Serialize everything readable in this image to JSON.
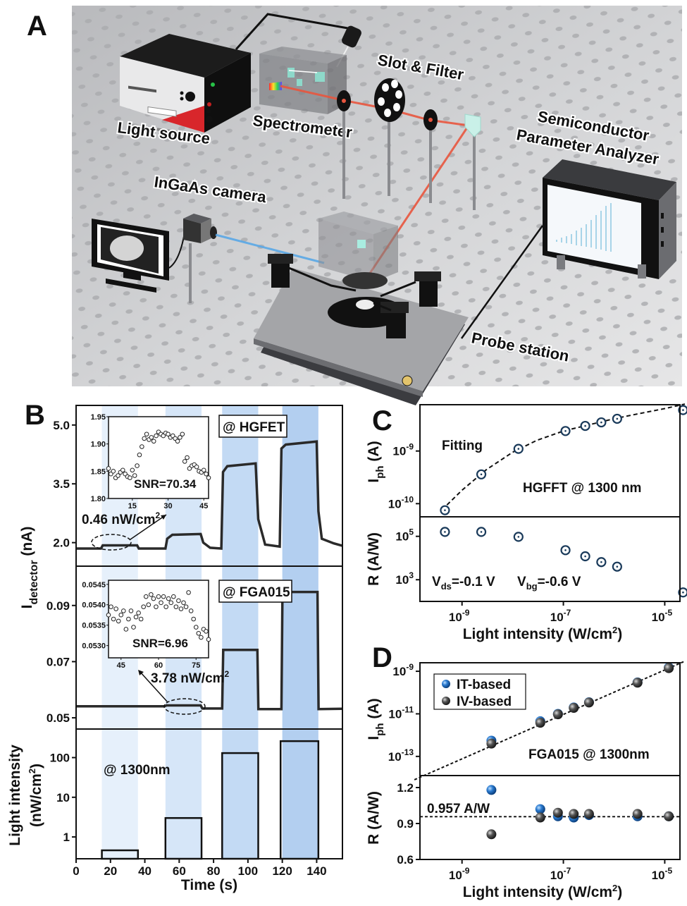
{
  "figure": {
    "panel_letters": [
      "A",
      "B",
      "C",
      "D"
    ]
  },
  "schematic": {
    "labels": {
      "light_source": "Light source",
      "spectrometer": "Spectrometer",
      "slot_filter": "Slot & Filter",
      "spa_line1": "Semiconductor",
      "spa_line2": "Parameter Analyzer",
      "camera": "InGaAs camera",
      "probe_station": "Probe station"
    },
    "colors": {
      "table": "#c9cacc",
      "red_beam": "#e8553e",
      "blue_beam": "#5aa8e6",
      "device_dark": "#1f1f1f",
      "accent_red": "#d8262b"
    }
  },
  "chart_data": [
    {
      "id": "B-top",
      "type": "line",
      "ylabel": "I_detector (nA)",
      "ylabel_main": "I",
      "ylabel_sub": "detector",
      "ylabel_unit": " (nA)",
      "xlim": [
        0,
        155
      ],
      "ylim": [
        1.4,
        5.5
      ],
      "yticks": [
        2.0,
        3.5,
        5.0
      ],
      "ytick_labels": [
        "2.0",
        "3.5",
        "5.0"
      ],
      "device_label": "@ HGFET",
      "annotation": "0.46 nW/cm",
      "annotation_sup": "2",
      "illumination_windows": [
        [
          15,
          36
        ],
        [
          52,
          73
        ],
        [
          85,
          106
        ],
        [
          120,
          141
        ]
      ],
      "window_colors": [
        "#e6f0fb",
        "#d6e6f8",
        "#c3daf4",
        "#b3cff0"
      ],
      "x": [
        0,
        14.5,
        15.5,
        35.5,
        36.5,
        52,
        53,
        56,
        72.5,
        74,
        78,
        84.5,
        85.5,
        88,
        104.5,
        106,
        110,
        118.5,
        119.5,
        122,
        140,
        141,
        143,
        150,
        155
      ],
      "y": [
        1.85,
        1.85,
        1.93,
        1.93,
        1.85,
        1.85,
        2.1,
        2.2,
        2.22,
        2.0,
        1.87,
        1.85,
        3.8,
        3.95,
        4.02,
        2.6,
        1.95,
        1.9,
        4.4,
        4.5,
        4.58,
        2.8,
        2.1,
        1.98,
        1.92
      ],
      "inset": {
        "xlim": [
          5,
          47
        ],
        "ylim": [
          1.8,
          1.95
        ],
        "xticks": [
          15,
          30,
          45
        ],
        "yticks": [
          1.8,
          1.85,
          1.9,
          1.95
        ],
        "ytick_labels": [
          "1.80",
          "1.85",
          "1.90",
          "1.95"
        ],
        "snr_label": "SNR=70.34",
        "points": [
          [
            5,
            1.855
          ],
          [
            6,
            1.845
          ],
          [
            7,
            1.85
          ],
          [
            8,
            1.838
          ],
          [
            9,
            1.842
          ],
          [
            10,
            1.848
          ],
          [
            11,
            1.852
          ],
          [
            12,
            1.845
          ],
          [
            13,
            1.84
          ],
          [
            14,
            1.838
          ],
          [
            15,
            1.852
          ],
          [
            16,
            1.842
          ],
          [
            17,
            1.86
          ],
          [
            18,
            1.88
          ],
          [
            19,
            1.895
          ],
          [
            20,
            1.91
          ],
          [
            21,
            1.918
          ],
          [
            22,
            1.908
          ],
          [
            23,
            1.912
          ],
          [
            24,
            1.905
          ],
          [
            25,
            1.915
          ],
          [
            26,
            1.922
          ],
          [
            27,
            1.918
          ],
          [
            28,
            1.915
          ],
          [
            29,
            1.92
          ],
          [
            30,
            1.918
          ],
          [
            31,
            1.912
          ],
          [
            32,
            1.915
          ],
          [
            33,
            1.91
          ],
          [
            34,
            1.905
          ],
          [
            35,
            1.912
          ],
          [
            36,
            1.918
          ],
          [
            37,
            1.868
          ],
          [
            38,
            1.875
          ],
          [
            39,
            1.855
          ],
          [
            40,
            1.86
          ],
          [
            41,
            1.862
          ],
          [
            42,
            1.858
          ],
          [
            43,
            1.85
          ],
          [
            44,
            1.848
          ],
          [
            45,
            1.852
          ],
          [
            46,
            1.845
          ],
          [
            47,
            1.838
          ]
        ]
      }
    },
    {
      "id": "B-mid",
      "type": "line",
      "xlim": [
        0,
        155
      ],
      "ylim": [
        0.046,
        0.104
      ],
      "yticks": [
        0.05,
        0.07,
        0.09
      ],
      "ytick_labels": [
        "0.05",
        "0.07",
        "0.09"
      ],
      "device_label": "@ FGA015",
      "annotation": "3.78 nW/cm",
      "annotation_sup": "2",
      "x": [
        0,
        51.5,
        52.5,
        72.5,
        73.5,
        85,
        85.6,
        105.5,
        106.1,
        119.5,
        120.1,
        140.5,
        141.1,
        155
      ],
      "y": [
        0.0541,
        0.0541,
        0.0544,
        0.0544,
        0.0533,
        0.0533,
        0.0742,
        0.0742,
        0.0531,
        0.0531,
        0.0948,
        0.0948,
        0.0531,
        0.0532
      ],
      "inset": {
        "xlim": [
          40,
          80
        ],
        "ylim": [
          0.0527,
          0.0546
        ],
        "xticks": [
          45,
          60,
          75
        ],
        "yticks": [
          0.053,
          0.0535,
          0.054,
          0.0545
        ],
        "ytick_labels": [
          "0.0530",
          "0.0535",
          "0.0540",
          "0.0545"
        ],
        "snr_label": "SNR=6.96",
        "points": [
          [
            40,
            0.05375
          ],
          [
            41,
            0.05395
          ],
          [
            42,
            0.05365
          ],
          [
            43,
            0.0539
          ],
          [
            44,
            0.0536
          ],
          [
            45,
            0.05375
          ],
          [
            46,
            0.05385
          ],
          [
            47,
            0.0534
          ],
          [
            48,
            0.05365
          ],
          [
            49,
            0.05385
          ],
          [
            50,
            0.05345
          ],
          [
            51,
            0.0537
          ],
          [
            52,
            0.0538
          ],
          [
            53,
            0.05365
          ],
          [
            54,
            0.05395
          ],
          [
            55,
            0.0542
          ],
          [
            56,
            0.054
          ],
          [
            57,
            0.05425
          ],
          [
            58,
            0.05415
          ],
          [
            59,
            0.05395
          ],
          [
            60,
            0.0542
          ],
          [
            61,
            0.05405
          ],
          [
            62,
            0.0542
          ],
          [
            63,
            0.05395
          ],
          [
            64,
            0.05415
          ],
          [
            65,
            0.05405
          ],
          [
            66,
            0.0542
          ],
          [
            67,
            0.05395
          ],
          [
            68,
            0.0541
          ],
          [
            69,
            0.0539
          ],
          [
            70,
            0.05405
          ],
          [
            71,
            0.05395
          ],
          [
            72,
            0.0543
          ],
          [
            73,
            0.05385
          ],
          [
            74,
            0.05365
          ],
          [
            75,
            0.05345
          ],
          [
            76,
            0.0533
          ],
          [
            77,
            0.0532
          ],
          [
            78,
            0.0534
          ],
          [
            79,
            0.05335
          ],
          [
            80,
            0.05315
          ]
        ]
      }
    },
    {
      "id": "B-bottom",
      "type": "bar",
      "xlabel": "Time (s)",
      "ylabel_line1": "Light intensity",
      "ylabel_line2": "(nW/cm",
      "ylabel_sup": "2",
      "ylabel_close": ")",
      "xlim": [
        0,
        155
      ],
      "ylim_log10": [
        -0.55,
        2.72
      ],
      "yticks": [
        1,
        10,
        100
      ],
      "ytick_labels": [
        "1",
        "10",
        "100"
      ],
      "xticks": [
        0,
        20,
        40,
        60,
        80,
        100,
        120,
        140
      ],
      "xtick_labels": [
        "0",
        "20",
        "40",
        "60",
        "80",
        "100",
        "120",
        "140"
      ],
      "annotation": "@ 1300nm",
      "pulses": [
        {
          "start": 15,
          "end": 36,
          "intensity": 0.46
        },
        {
          "start": 52,
          "end": 73,
          "intensity": 3.0
        },
        {
          "start": 85,
          "end": 106,
          "intensity": 130
        },
        {
          "start": 119,
          "end": 141,
          "intensity": 260
        }
      ]
    },
    {
      "id": "C",
      "type": "scatter",
      "xlabel": "Light intensity (W/cm",
      "xlabel_sup": "2",
      "xlabel_close": ")",
      "xlim_log10": [
        -9.83,
        -4.7
      ],
      "xticks_log10": [
        -9,
        -7,
        -5
      ],
      "xtick_labels": [
        "10",
        "10",
        "10"
      ],
      "xtick_exps": [
        "-9",
        "-7",
        "-5"
      ],
      "marker_color": "#1a3a5a",
      "top": {
        "ylabel_main": "I",
        "ylabel_sub": "ph",
        "ylabel_unit": " (A)",
        "ylim_log10": [
          -10.25,
          -8.12
        ],
        "yticks_log10": [
          -10,
          -9
        ],
        "ytick_exps": [
          "-10",
          "-9"
        ],
        "fit_label": "Fitting",
        "device_label": "HGFFT @ 1300 nm",
        "x": [
          4.6e-10,
          2.4e-09,
          1.3e-08,
          1.1e-07,
          2.7e-07,
          5.6e-07,
          1.15e-06,
          2.3e-05
        ],
        "y": [
          7.5e-11,
          3.6e-10,
          1.1e-09,
          2.4e-09,
          3e-09,
          3.5e-09,
          4.1e-09,
          6e-09
        ],
        "fit_x": [
          4e-10,
          1e-09,
          3e-09,
          1e-08,
          3e-08,
          1e-07,
          3e-07,
          1e-06,
          3e-06,
          1e-05,
          2.5e-05
        ],
        "fit_y": [
          7.6e-11,
          1.8e-10,
          4.4e-10,
          9.5e-10,
          1.6e-09,
          2.4e-09,
          3.1e-09,
          4.1e-09,
          5.1e-09,
          6.4e-09,
          7.8e-09
        ]
      },
      "bottom": {
        "ylabel": "R (A/W)",
        "ylim_log10": [
          2.0,
          5.9
        ],
        "yticks_log10": [
          3,
          5
        ],
        "ytick_exps": [
          "3",
          "5"
        ],
        "vds_label_main": "V",
        "vds_label_sub": "ds",
        "vds_label_val": "=-0.1 V",
        "vbg_label_main": "V",
        "vbg_label_sub": "bg",
        "vbg_label_val": "=-0.6 V",
        "x": [
          4.6e-10,
          2.4e-09,
          1.3e-08,
          1.1e-07,
          2.7e-07,
          5.6e-07,
          1.15e-06,
          2.3e-05
        ],
        "y": [
          160000.0,
          160000.0,
          95000.0,
          23000.0,
          12000.0,
          6500.0,
          4000.0,
          260.0
        ]
      }
    },
    {
      "id": "D",
      "type": "scatter",
      "xlabel": "Light intensity (W/cm",
      "xlabel_sup": "2",
      "xlabel_close": ")",
      "xlim_log10": [
        -9.83,
        -4.7
      ],
      "xticks_log10": [
        -9,
        -7,
        -5
      ],
      "xtick_labels": [
        "10",
        "10",
        "10"
      ],
      "xtick_exps": [
        "-9",
        "-7",
        "-5"
      ],
      "legend": [
        {
          "name": "IT-based",
          "color": "#1f63b5"
        },
        {
          "name": "IV-based",
          "color": "#3a3a3a"
        }
      ],
      "legend_position": "top-left",
      "top": {
        "ylabel_main": "I",
        "ylabel_sub": "ph",
        "ylabel_unit": " (A)",
        "ylim_log10": [
          -13.9,
          -8.6
        ],
        "yticks_log10": [
          -13,
          -11,
          -9
        ],
        "ytick_exps": [
          "-13",
          "-11",
          "-9"
        ],
        "device_label": "FGA015 @ 1300nm",
        "series": [
          {
            "name": "IT-based",
            "x": [
              3.8e-09,
              3.5e-08,
              7.8e-08,
              1.6e-07,
              3.2e-07,
              2.9e-06,
              1.2e-05
            ],
            "y": [
              5.5e-13,
              4.5e-12,
              1e-11,
              2e-11,
              3.5e-11,
              3e-10,
              1.5e-09
            ]
          },
          {
            "name": "IV-based",
            "x": [
              3.8e-09,
              3.5e-08,
              7.8e-08,
              1.6e-07,
              3.2e-07,
              2.9e-06,
              1.2e-05
            ],
            "y": [
              4e-13,
              3.8e-12,
              9.5e-12,
              1.9e-11,
              3.4e-11,
              2.9e-10,
              1.4e-09
            ]
          }
        ],
        "fit_x": [
          1.15e-10,
          2.5e-05
        ],
        "fit_y": [
          8e-15,
          3e-09
        ]
      },
      "bottom": {
        "ylabel": "R (A/W)",
        "ylim": [
          0.6,
          1.3
        ],
        "yticks": [
          0.6,
          0.9,
          1.2
        ],
        "ytick_labels": [
          "0.6",
          "0.9",
          "1.2"
        ],
        "reference_value": 0.957,
        "reference_label": "0.957 A/W",
        "series": [
          {
            "name": "IT-based",
            "x": [
              3.8e-09,
              3.5e-08,
              7.8e-08,
              1.6e-07,
              3.2e-07,
              2.9e-06,
              1.2e-05
            ],
            "y": [
              1.18,
              1.02,
              0.96,
              0.95,
              0.97,
              0.96,
              0.96
            ]
          },
          {
            "name": "IV-based",
            "x": [
              3.8e-09,
              3.5e-08,
              7.8e-08,
              1.6e-07,
              3.2e-07,
              2.9e-06,
              1.2e-05
            ],
            "y": [
              0.81,
              0.95,
              0.99,
              0.98,
              0.98,
              0.98,
              0.96
            ]
          }
        ]
      }
    }
  ]
}
